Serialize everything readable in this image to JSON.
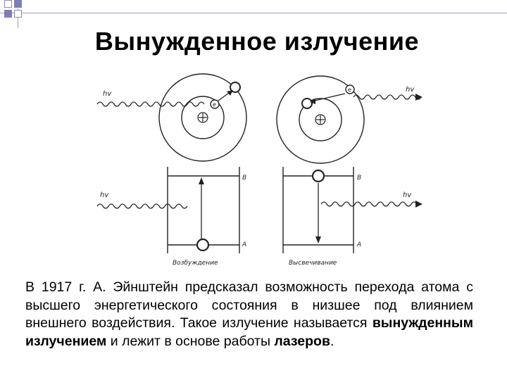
{
  "slide": {
    "title": "Вынужденное излучение"
  },
  "diagram": {
    "labels": {
      "photon": "hv",
      "electron": "e",
      "level_upper": "B",
      "level_lower": "A",
      "excitation": "Возбуждение",
      "emission": "Высвечивание"
    }
  },
  "body": {
    "part1": "В 1917 г. А. Эйнштейн предсказал возможность перехода атома с высшего энергетического состояния в низшее под влиянием внешнего воздействия. Такое излучение называется ",
    "bold1": "вынужденным излучением",
    "part2": " и лежит в основе работы ",
    "bold2": "лазеров",
    "part3": "."
  }
}
